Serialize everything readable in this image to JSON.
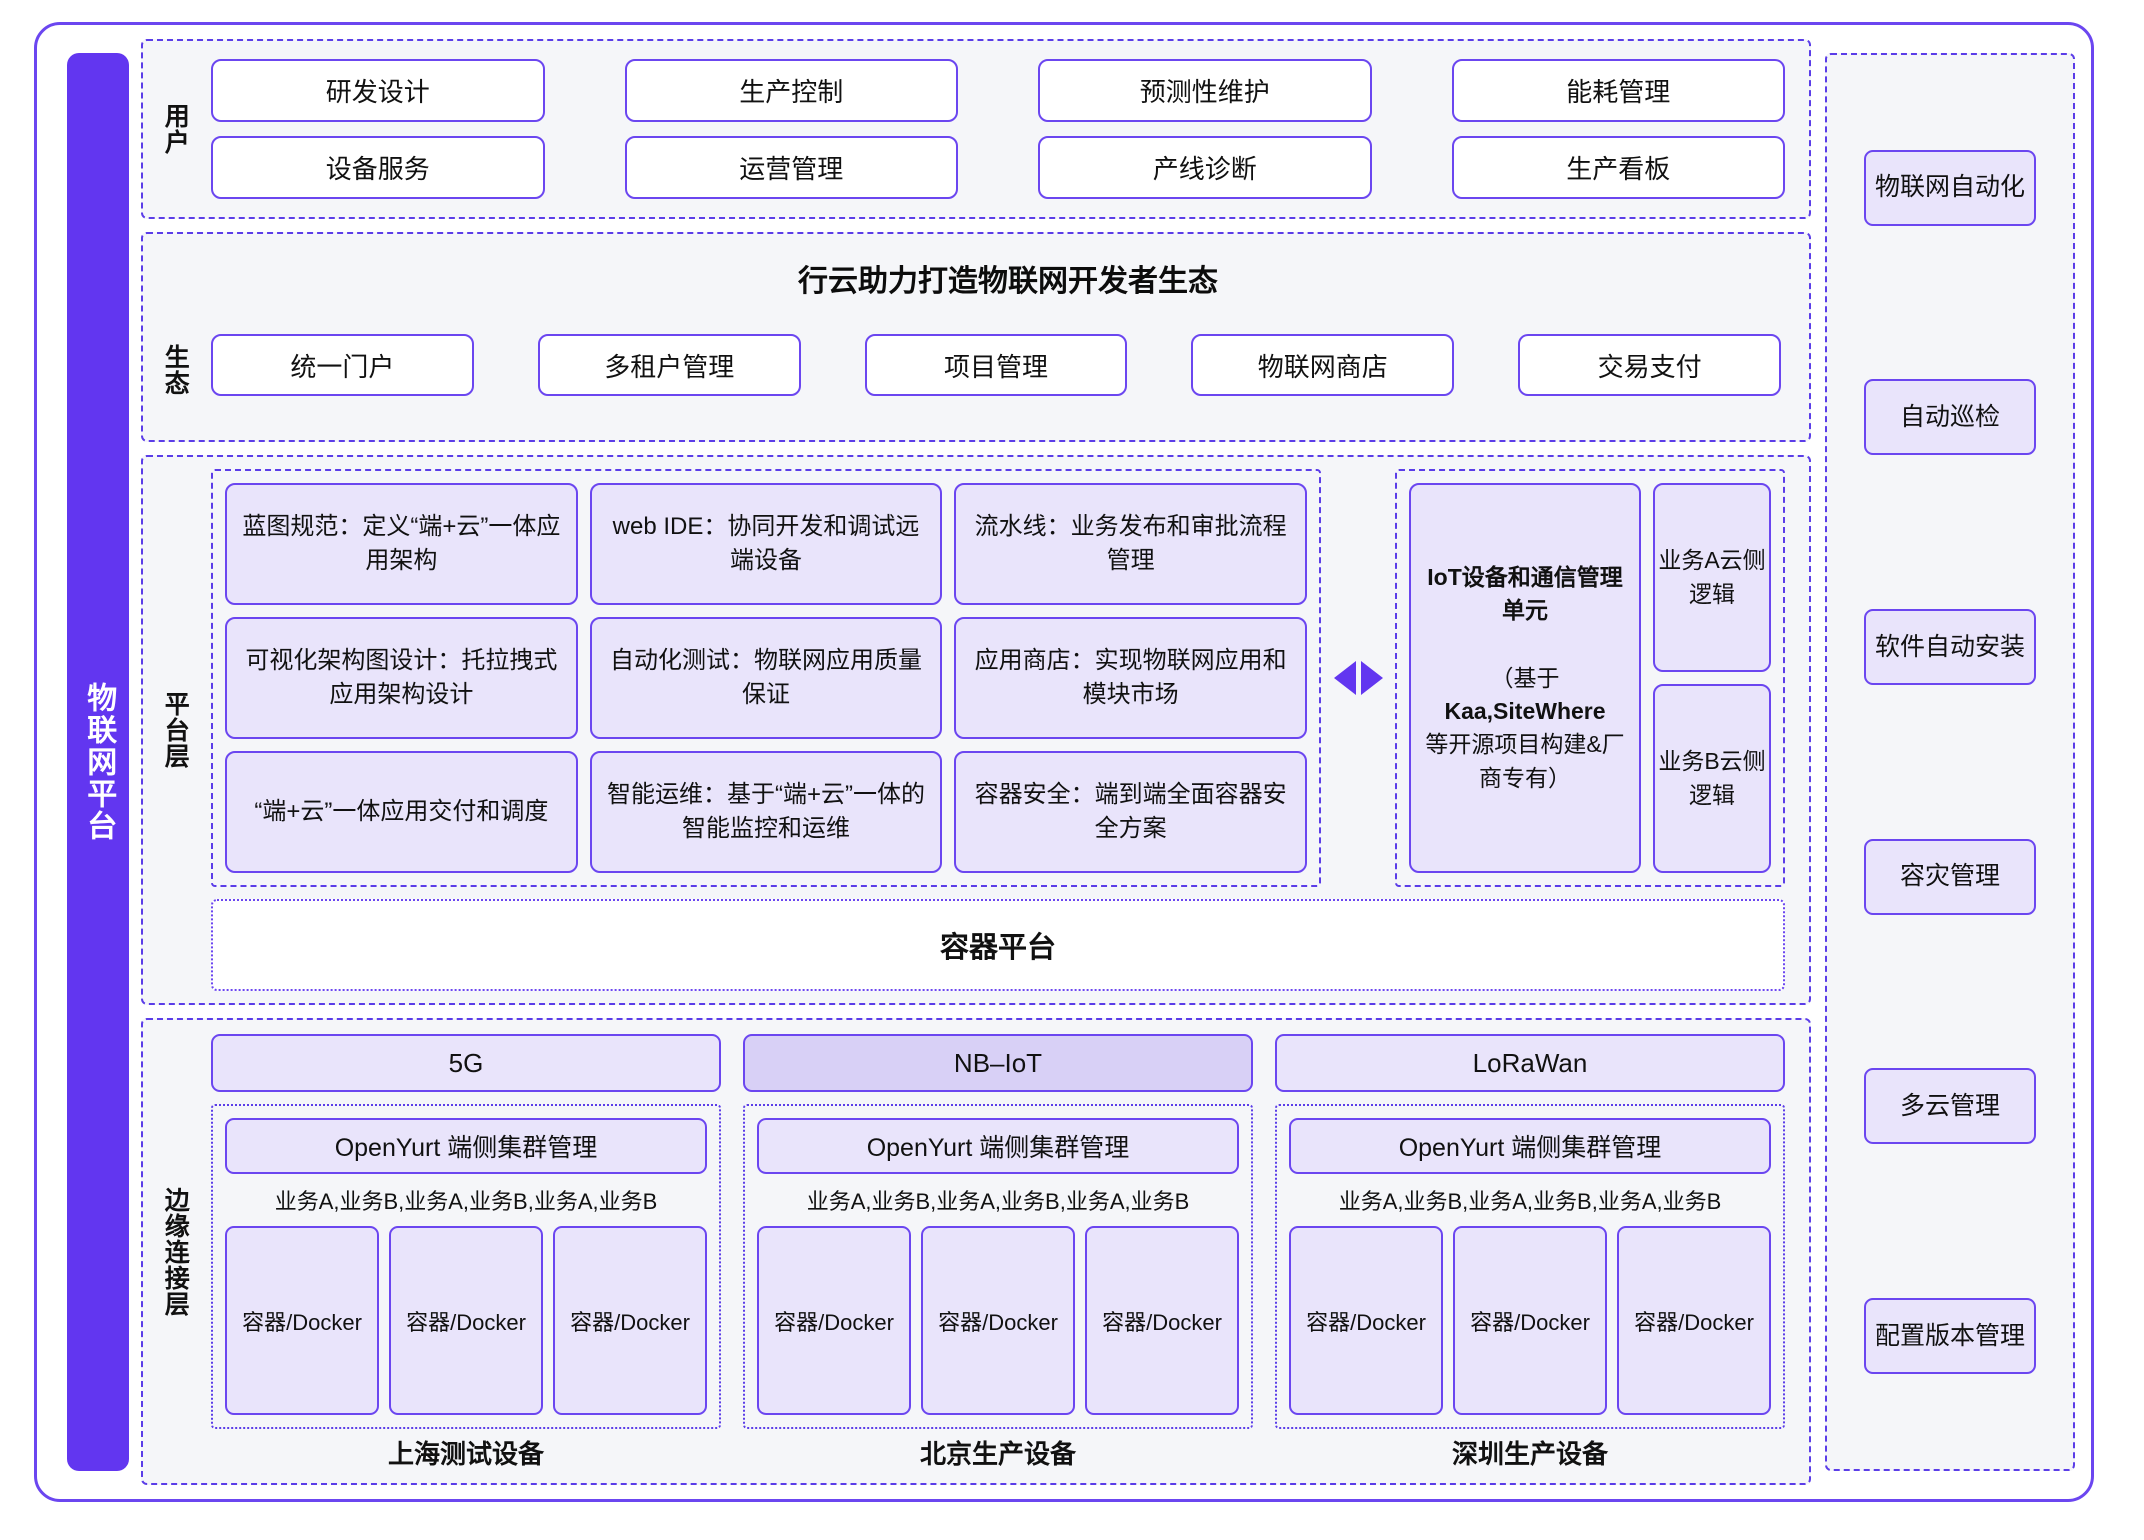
{
  "spine": {
    "label": "物联网平台"
  },
  "user_layer": {
    "label": "用户",
    "items": [
      "研发设计",
      "生产控制",
      "预测性维护",
      "能耗管理",
      "设备服务",
      "运营管理",
      "产线诊断",
      "生产看板"
    ]
  },
  "eco_layer": {
    "label": "生态",
    "title": "行云助力打造物联网开发者生态",
    "items": [
      "统一门户",
      "多租户管理",
      "项目管理",
      "物联网商店",
      "交易支付"
    ]
  },
  "platform_layer": {
    "label": "平台层",
    "cards": [
      "蓝图规范：定义“端+云”一体应用架构",
      "web IDE：协同开发和调试远端设备",
      "流水线：业务发布和审批流程管理",
      "可视化架构图设计：托拉拽式应用架构设计",
      "自动化测试：物联网应用质量保证",
      "应用商店：实现物联网应用和模块市场",
      "“端+云”一体应用交付和调度",
      "智能运维：基于“端+云”一体的智能监控和运维",
      "容器安全：端到端全面容器安全方案"
    ],
    "iot_unit": {
      "title": "IoT设备和通信管理单元",
      "note_open": "（基于",
      "note_bold": "Kaa,SiteWhere",
      "note_rest": "等开源项目构建&厂商专有）"
    },
    "business_logic": [
      "业务A云侧逻辑",
      "业务B云侧逻辑"
    ],
    "container_platform": "容器平台"
  },
  "edge_layer": {
    "label": "边缘连接层",
    "networks": [
      "5G",
      "NB–IoT",
      "LoRaWan"
    ],
    "devices": [
      {
        "cluster": "OpenYurt 端侧集群管理",
        "services": "业务A,业务B,业务A,业务B,业务A,业务B",
        "containers": [
          "容器/Docker",
          "容器/Docker",
          "容器/Docker"
        ],
        "caption": "上海测试设备"
      },
      {
        "cluster": "OpenYurt 端侧集群管理",
        "services": "业务A,业务B,业务A,业务B,业务A,业务B",
        "containers": [
          "容器/Docker",
          "容器/Docker",
          "容器/Docker"
        ],
        "caption": "北京生产设备"
      },
      {
        "cluster": "OpenYurt 端侧集群管理",
        "services": "业务A,业务B,业务A,业务B,业务A,业务B",
        "containers": [
          "容器/Docker",
          "容器/Docker",
          "容器/Docker"
        ],
        "caption": "深圳生产设备"
      }
    ]
  },
  "rail": {
    "items": [
      "物联网自动化",
      "自动巡检",
      "软件自动安装",
      "容灾管理",
      "多云管理",
      "配置版本管理"
    ]
  },
  "colors": {
    "accent": "#6236F0",
    "border": "#6B46F0",
    "dashed": "#5B3DE8",
    "section_bg": "#F5F6F9",
    "lilac": "#E9E4FB",
    "lilac_strong": "#D8D0F6"
  }
}
